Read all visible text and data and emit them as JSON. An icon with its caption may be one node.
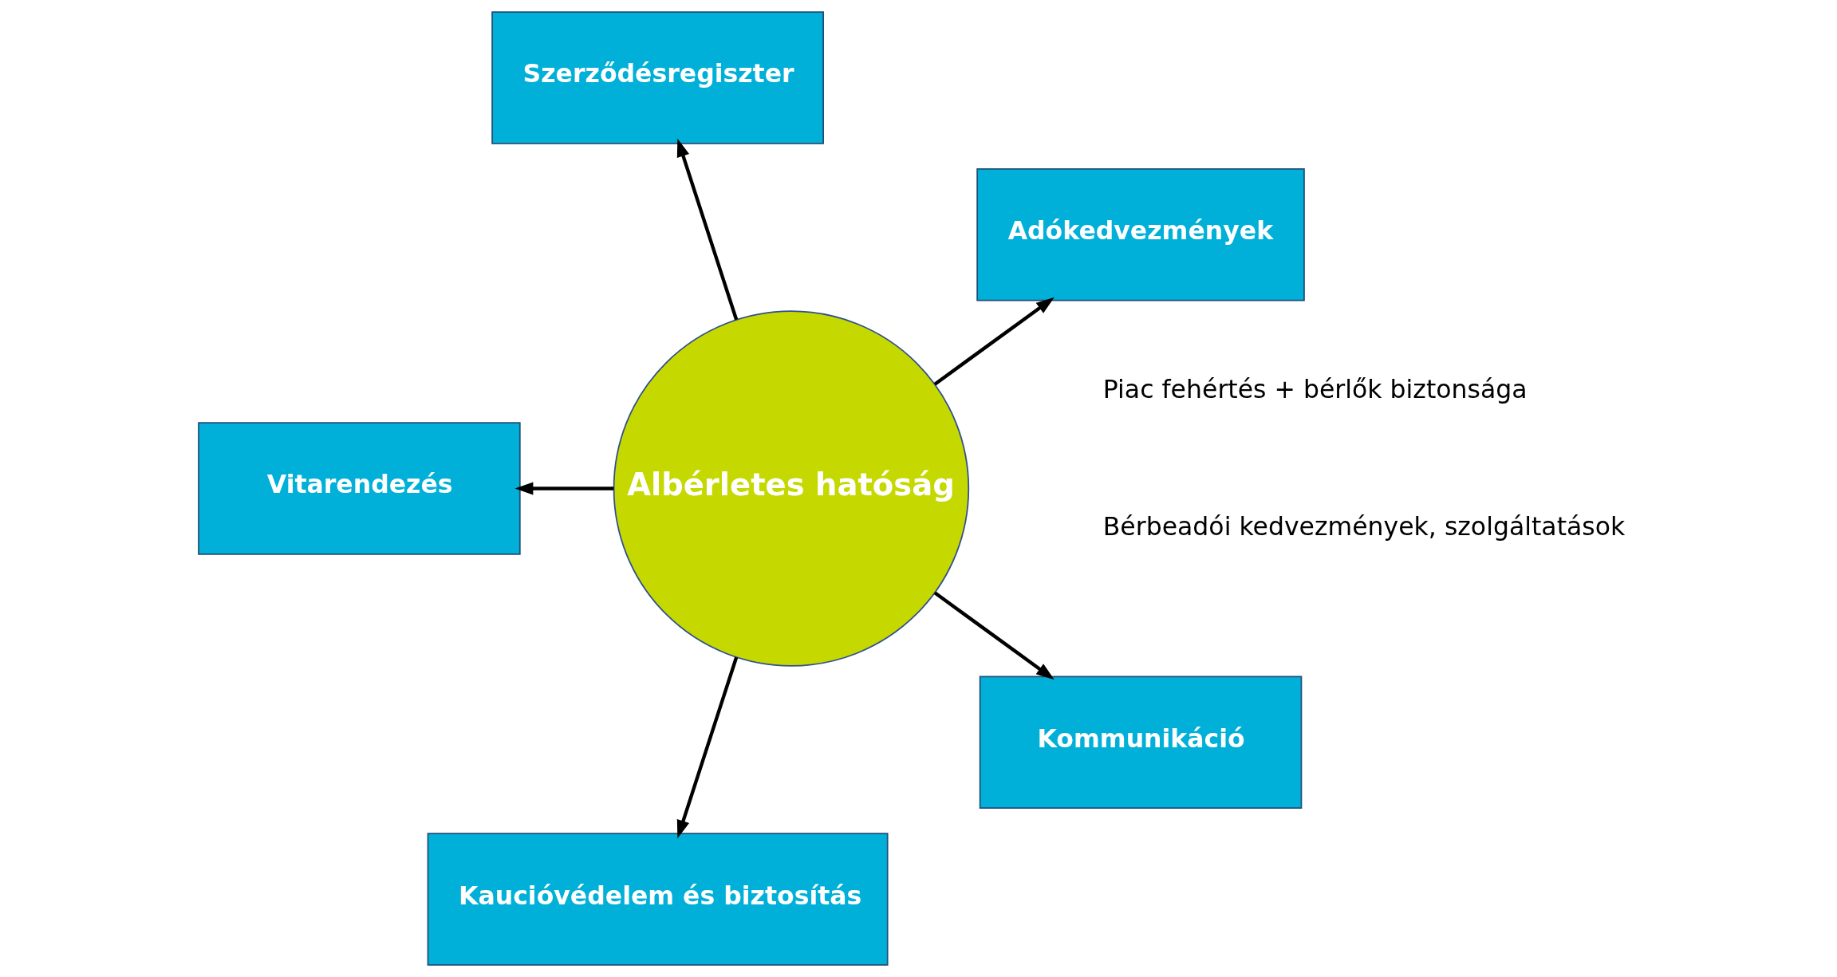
{
  "diagram": {
    "nodes": [
      {
        "text": [
          "Albérletes hatóság"
        ]
      },
      {
        "text": [
          "Adókedvezmények"
        ]
      },
      {
        "text": [
          "Szerződésregiszter"
        ]
      },
      {
        "text": [
          "Vitarendezés"
        ]
      },
      {
        "text": [
          "Kaucióvédelem és biztosítás"
        ]
      },
      {
        "text": [
          "Kommunikáció"
        ]
      }
    ],
    "edges": [
      {
        "from": 0,
        "to": 1,
        "arrow": "to"
      },
      {
        "from": 0,
        "to": 2,
        "arrow": "to"
      },
      {
        "from": 0,
        "to": 3,
        "arrow": "to"
      },
      {
        "from": 0,
        "to": 4,
        "arrow": "to"
      },
      {
        "from": 0,
        "to": 5,
        "arrow": "to"
      }
    ],
    "labels": [
      "Bérbeadói kedvezmények, szolgáltatások",
      "Piac fehértés + bérlők biztonsága"
    ]
  }
}
